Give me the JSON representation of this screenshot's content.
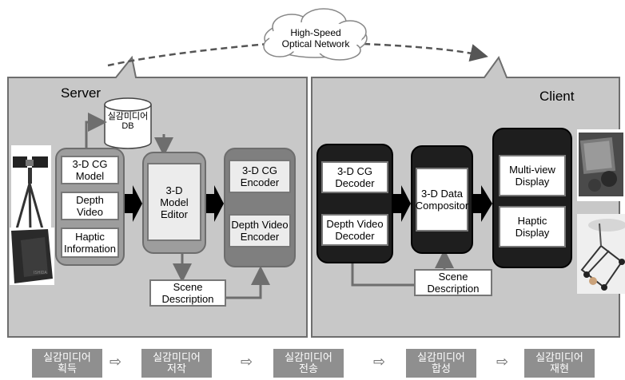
{
  "network": {
    "label": "High-Speed\nOptical Network"
  },
  "server": {
    "title": "Server",
    "db_label": "실감미디어\nDB",
    "inputs": [
      "3-D CG\nModel",
      "Depth\nVideo",
      "Haptic\nInformation"
    ],
    "editor": "3-D\nModel\nEditor",
    "encoders": [
      "3-D CG\nEncoder",
      "Depth Video\nEncoder"
    ],
    "scene": "Scene\nDescription"
  },
  "client": {
    "title": "Client",
    "decoders": [
      "3-D CG\nDecoder",
      "Depth Video\nDecoder"
    ],
    "compositor": "3-D Data\nCompositor",
    "displays": [
      "Multi-view\nDisplay",
      "Haptic\nDisplay"
    ],
    "scene": "Scene\nDescription"
  },
  "stages": [
    "실감미디어\n획득",
    "실감미디어\n저작",
    "실감미디어\n전송",
    "실감미디어\n합성",
    "실감미디어\n재현"
  ],
  "stage_arrow": "⇨",
  "colors": {
    "panel": "#c8c8c8",
    "stage": "#8f8f8f",
    "dark": "#1e1e1e",
    "arrow": "#6e6e6e"
  }
}
